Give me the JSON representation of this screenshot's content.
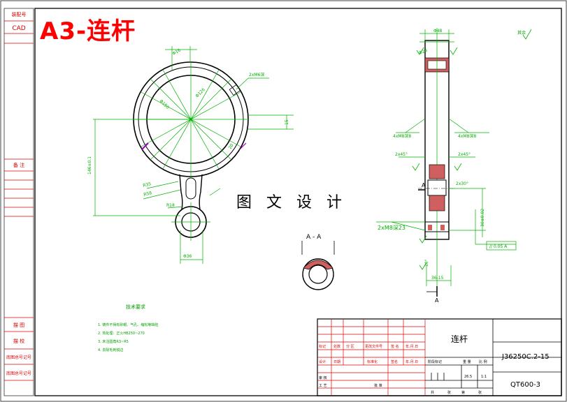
{
  "title": "A3-连杆",
  "watermark": "图 文 设 计",
  "side_labels": {
    "top_code": "装配号",
    "cad": "CAD",
    "middle": "备 注",
    "bottom1": "描 图",
    "bottom2": "描 校",
    "bottom3": "底图总号记号",
    "bottom4": "底图总号记号"
  },
  "section_label": "A - A",
  "view_arrow_top": "A",
  "view_arrow_bottom": "A",
  "left_thread_label": "2xM8深23",
  "tech_req_title": "技术要求",
  "tech_req": [
    "1. 铸件不得有砂眼、气孔、缩松等缺陷",
    "2. 热处理：正火HB250~270",
    "3. 未注圆角R3~R5",
    "4. 去除毛刺锐边"
  ],
  "title_block": {
    "part_name": "连杆",
    "drawing_no": "J36250C.2-15",
    "material": "QT600-3",
    "scale": "1:1",
    "qty": "26.5",
    "header_row": [
      "标记",
      "处数",
      "分 区",
      "更改文件号",
      "签 名",
      "年.月.日"
    ],
    "design_row": [
      "设计",
      "日期",
      "标准化",
      "签名",
      "年.月.日"
    ],
    "stage_row": [
      "阶段标记",
      "重 量",
      "比 例"
    ],
    "check": "审 核",
    "process": "工 艺",
    "approve": "批 准",
    "sheets": [
      "共",
      "张",
      "第",
      "张"
    ]
  }
}
